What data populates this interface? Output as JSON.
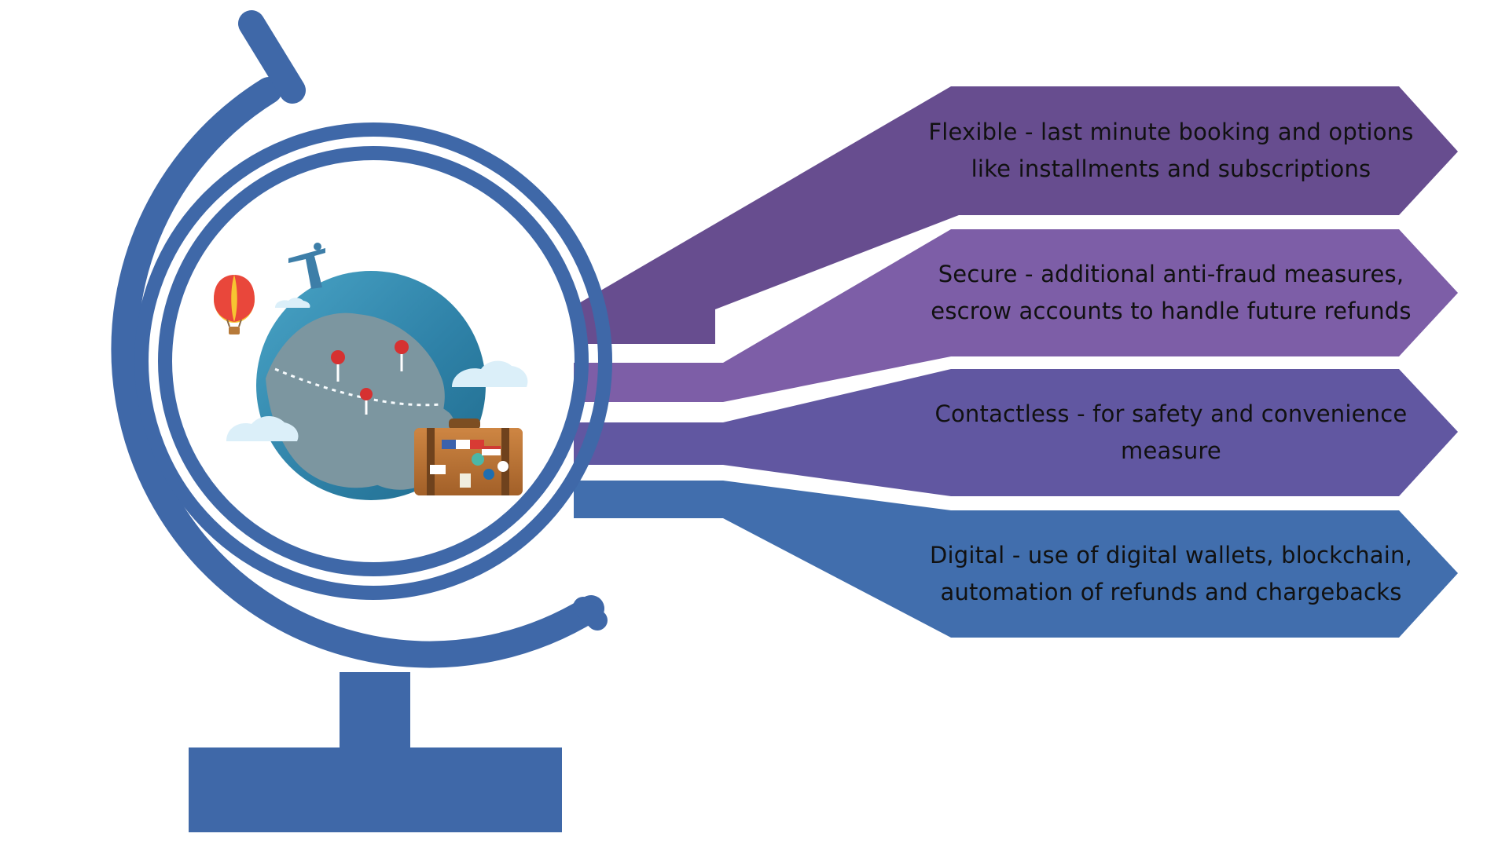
{
  "colors": {
    "globe_blue": "#3f68a8",
    "flexible_band": "#674d8f",
    "secure_band": "#7d5ea7",
    "contactless_band": "#6157a1",
    "digital_band": "#416ead",
    "earth_blue": "#3a93b8",
    "earth_land": "#7c96a0",
    "suitcase": "#b86e2e",
    "cloud": "#dbeff9"
  },
  "items": [
    {
      "id": "flexible",
      "text": "Flexible - last minute booking and options like installments and subscriptions"
    },
    {
      "id": "secure",
      "text": "Secure - additional anti-fraud measures, escrow accounts to handle future refunds"
    },
    {
      "id": "contactless",
      "text": "Contactless - for safety and convenience measure"
    },
    {
      "id": "digital",
      "text": "Digital - use of digital wallets, blockchain, automation of refunds and chargebacks"
    }
  ],
  "icons": {
    "globe_stand": "globe-stand-icon",
    "earth": "earth-icon",
    "hot_air_balloon": "hot-air-balloon-icon",
    "statue": "christ-statue-icon",
    "map_pin": "map-pin-icon",
    "suitcase": "suitcase-icon",
    "cloud": "cloud-icon"
  }
}
